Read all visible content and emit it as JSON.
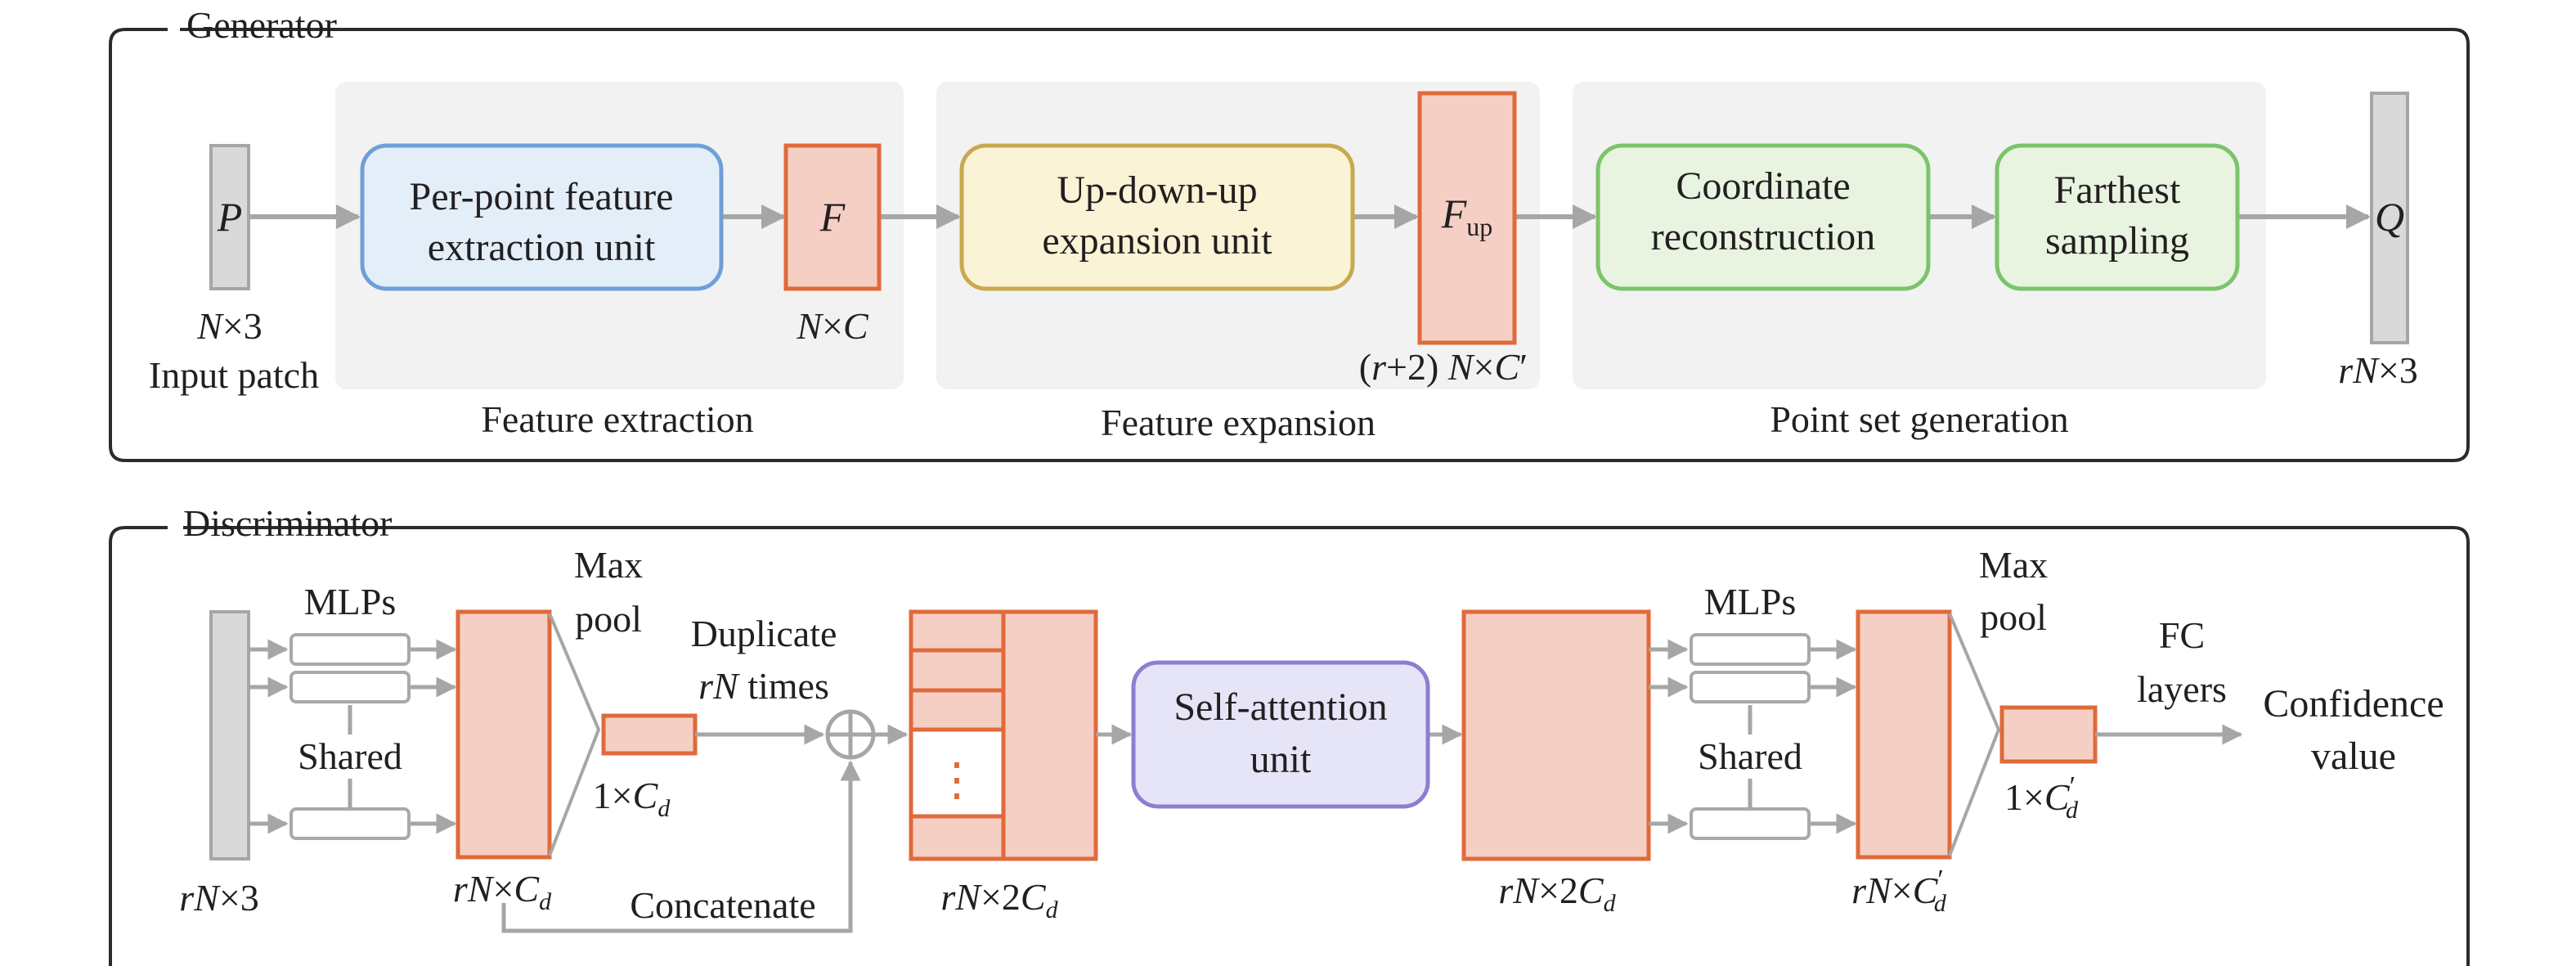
{
  "colors": {
    "frame": "#2b2b2b",
    "arrow": "#a6a6a6",
    "stage_bg": "#f2f2f2",
    "gray_block": "#d9d9d9",
    "orange_fill": "#f5cfc4",
    "orange_stroke": "#e06a3b",
    "blue_fill": "#e3eef9",
    "blue_stroke": "#6f9fd8",
    "yellow_fill": "#fbf3d6",
    "yellow_stroke": "#c9a94f",
    "green_fill": "#e8f4e0",
    "green_stroke": "#7bc46b",
    "purple_fill": "#e6e4f7",
    "purple_stroke": "#8a7fd0",
    "mlp_stroke": "#a9a9a9"
  },
  "generator": {
    "title": "Generator",
    "input": {
      "symbol": "P",
      "dim_var": "N",
      "dim_rest": "×3",
      "caption": "Input patch"
    },
    "stages": [
      {
        "caption": "Feature extraction"
      },
      {
        "caption": "Feature expansion"
      },
      {
        "caption": "Point set generation"
      }
    ],
    "feature_unit": {
      "line1": "Per-point feature",
      "line2": "extraction unit"
    },
    "feature_F": {
      "symbol": "F",
      "dim_var": "N",
      "dim_mid": "×",
      "dim_var2": "C"
    },
    "updown_unit": {
      "line1": "Up-down-up",
      "line2": "expansion unit"
    },
    "feature_Fup": {
      "symbol": "F",
      "subscript": "up",
      "dim_pre": "(",
      "dim_r": "r",
      "dim_post": "+2) ",
      "dim_var": "N",
      "dim_mid": "×",
      "dim_var2": "C",
      "dim_prime": "′"
    },
    "coord_unit": {
      "line1": "Coordinate",
      "line2": "reconstruction"
    },
    "sampling_unit": {
      "line1": "Farthest",
      "line2": "sampling"
    },
    "output": {
      "symbol": "Q",
      "dim_var": "rN",
      "dim_rest": "×3"
    }
  },
  "discriminator": {
    "title": "Discriminator",
    "input_dim": {
      "var": "rN",
      "rest": "×3"
    },
    "mlps_label": "MLPs",
    "shared_label": "Shared",
    "maxpool_line1": "Max",
    "maxpool_line2": "pool",
    "feat1_dim": {
      "var": "rN",
      "mid": "×",
      "var2": "C",
      "sub": "d"
    },
    "pooled1_dim": {
      "pre": "1×",
      "var": "C",
      "sub": "d"
    },
    "duplicate_line1": "Duplicate",
    "duplicate_var": "rN",
    "duplicate_rest": " times",
    "concatenate_label": "Concatenate",
    "ellipsis": "⋮",
    "concat_dim": {
      "var": "rN",
      "mid": "×2",
      "var2": "C",
      "sub": "d"
    },
    "attention_unit": {
      "line1": "Self-attention",
      "line2": "unit"
    },
    "attn_out_dim": {
      "var": "rN",
      "mid": "×2",
      "var2": "C",
      "sub": "d"
    },
    "mlps2_label": "MLPs",
    "shared2_label": "Shared",
    "feat2_dim": {
      "var": "rN",
      "mid": "×",
      "var2": "C",
      "sub": "d",
      "prime": "′"
    },
    "maxpool2_line1": "Max",
    "maxpool2_line2": "pool",
    "pooled2_dim": {
      "pre": "1×",
      "var": "C",
      "sub": "d",
      "prime": "′"
    },
    "fc_line1": "FC",
    "fc_line2": "layers",
    "output_line1": "Confidence",
    "output_line2": "value"
  }
}
